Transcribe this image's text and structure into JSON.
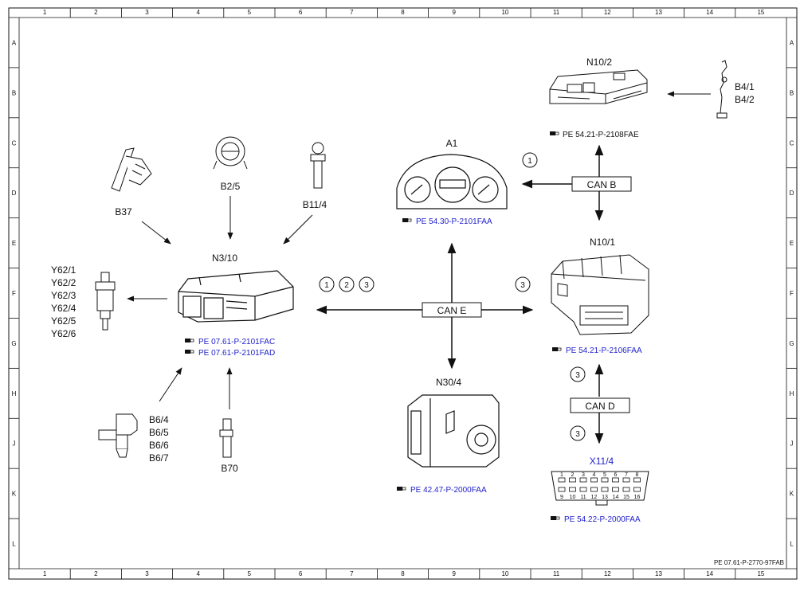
{
  "grid": {
    "columns": [
      "1",
      "2",
      "3",
      "4",
      "5",
      "6",
      "7",
      "8",
      "9",
      "10",
      "11",
      "12",
      "13",
      "14",
      "15"
    ],
    "rows": [
      "A",
      "B",
      "C",
      "D",
      "E",
      "F",
      "G",
      "H",
      "J",
      "K",
      "L"
    ]
  },
  "components": {
    "n10_2": {
      "label": "N10/2",
      "ref": "PE 54.21-P-2108FAE"
    },
    "b4": {
      "labels": [
        "B4/1",
        "B4/2"
      ]
    },
    "a1": {
      "label": "A1",
      "ref": "PE 54.30-P-2101FAA"
    },
    "b37": {
      "label": "B37"
    },
    "b2_5": {
      "label": "B2/5"
    },
    "b11_4": {
      "label": "B11/4"
    },
    "n3_10": {
      "label": "N3/10",
      "refs": [
        "PE 07.61-P-2101FAC",
        "PE 07.61-P-2101FAD"
      ]
    },
    "y62": {
      "labels": [
        "Y62/1",
        "Y62/2",
        "Y62/3",
        "Y62/4",
        "Y62/5",
        "Y62/6"
      ]
    },
    "n10_1": {
      "label": "N10/1",
      "ref": "PE 54.21-P-2106FAA"
    },
    "n30_4": {
      "label": "N30/4",
      "ref": "PE 42.47-P-2000FAA"
    },
    "b6": {
      "labels": [
        "B6/4",
        "B6/5",
        "B6/6",
        "B6/7"
      ]
    },
    "b70": {
      "label": "B70"
    },
    "x11_4": {
      "label": "X11/4",
      "ref": "PE 54.22-P-2000FAA",
      "pins_top": [
        "1",
        "2",
        "3",
        "4",
        "5",
        "6",
        "7",
        "8"
      ],
      "pins_bottom": [
        "9",
        "10",
        "11",
        "12",
        "13",
        "14",
        "15",
        "16"
      ]
    }
  },
  "buses": {
    "can_b": "CAN B",
    "can_e": "CAN E",
    "can_d": "CAN D"
  },
  "markers": {
    "can_b_left": "1",
    "can_e_left": [
      "1",
      "2",
      "3"
    ],
    "can_e_right": "3",
    "can_d_top": "3",
    "can_d_bottom": "3"
  },
  "footer": {
    "doc_id": "PE 07.61-P-2770-97FAB"
  },
  "colors": {
    "line": "#111111",
    "link": "#2222cc",
    "background": "#ffffff"
  }
}
